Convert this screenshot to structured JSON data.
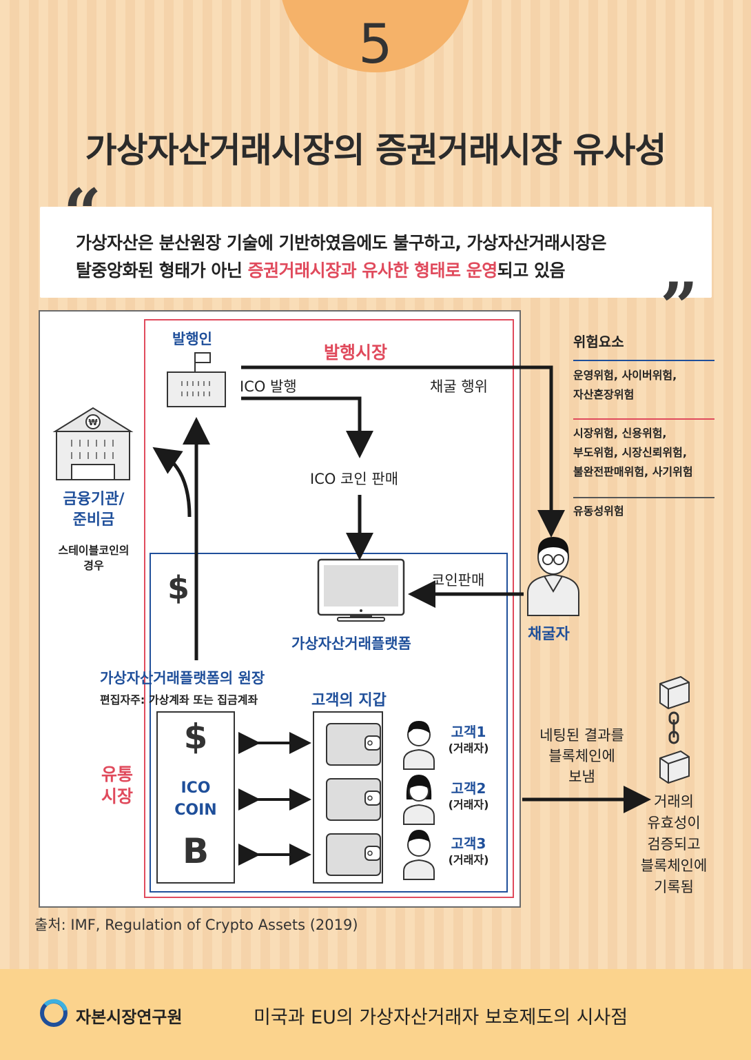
{
  "number": "5",
  "title": "가상자산거래시장의 증권거래시장 유사성",
  "quote": {
    "line1": "가상자산은 분산원장 기술에 기반하였음에도 불구하고, 가상자산거래시장은",
    "line2_pre": "탈중앙화된 형태가 아닌 ",
    "line2_red": "증권거래시장과 유사한 형태로 운영",
    "line2_post": "되고 있음"
  },
  "diagram": {
    "issuer": "발행인",
    "issue_market": "발행시장",
    "ico_issue": "ICO 발행",
    "mining": "채굴 행위",
    "ico_sale": "ICO 코인 판매",
    "financial_institution_1": "금융기관/",
    "financial_institution_2": "준비금",
    "stablecoin_1": "스테이블코인의",
    "stablecoin_2": "경우",
    "dollar": "$",
    "coin_sale": "코인판매",
    "platform": "가상자산거래플랫폼",
    "miner": "채굴자",
    "ledger_title": "가상자산거래플랫폼의 원장",
    "ledger_note": "편집자주: 가상계좌 또는 집금계좌",
    "wallet_title": "고객의 지갑",
    "distribution_1": "유통",
    "distribution_2": "시장",
    "ico_coin_1": "ICO",
    "ico_coin_2": "COIN",
    "bitcoin": "B",
    "customers": [
      {
        "name": "고객1",
        "role": "(거래자)"
      },
      {
        "name": "고객2",
        "role": "(거래자)"
      },
      {
        "name": "고객3",
        "role": "(거래자)"
      }
    ],
    "netting_1": "네팅된 결과를",
    "netting_2": "블록체인에",
    "netting_3": "보냄",
    "verified": [
      "거래의",
      "유효성이",
      "검증되고",
      "블록체인에",
      "기록됨"
    ]
  },
  "risks": {
    "title": "위험요소",
    "groups": [
      {
        "lines": [
          "운영위험, 사이버위험,",
          "자산혼장위험"
        ],
        "color": "#1f4f9a"
      },
      {
        "lines": [
          "시장위험, 신용위험,",
          "부도위험, 시장신뢰위험,",
          "불완전판매위험, 사기위험"
        ],
        "color": "#e04a5c"
      },
      {
        "lines": [
          "유동성위험"
        ],
        "color": "#555555"
      }
    ]
  },
  "source": "출처: IMF, Regulation of Crypto Assets (2019)",
  "footer": {
    "org": "자본시장연구원",
    "report": "미국과 EU의 가상자산거래자 보호제도의 시사점"
  }
}
